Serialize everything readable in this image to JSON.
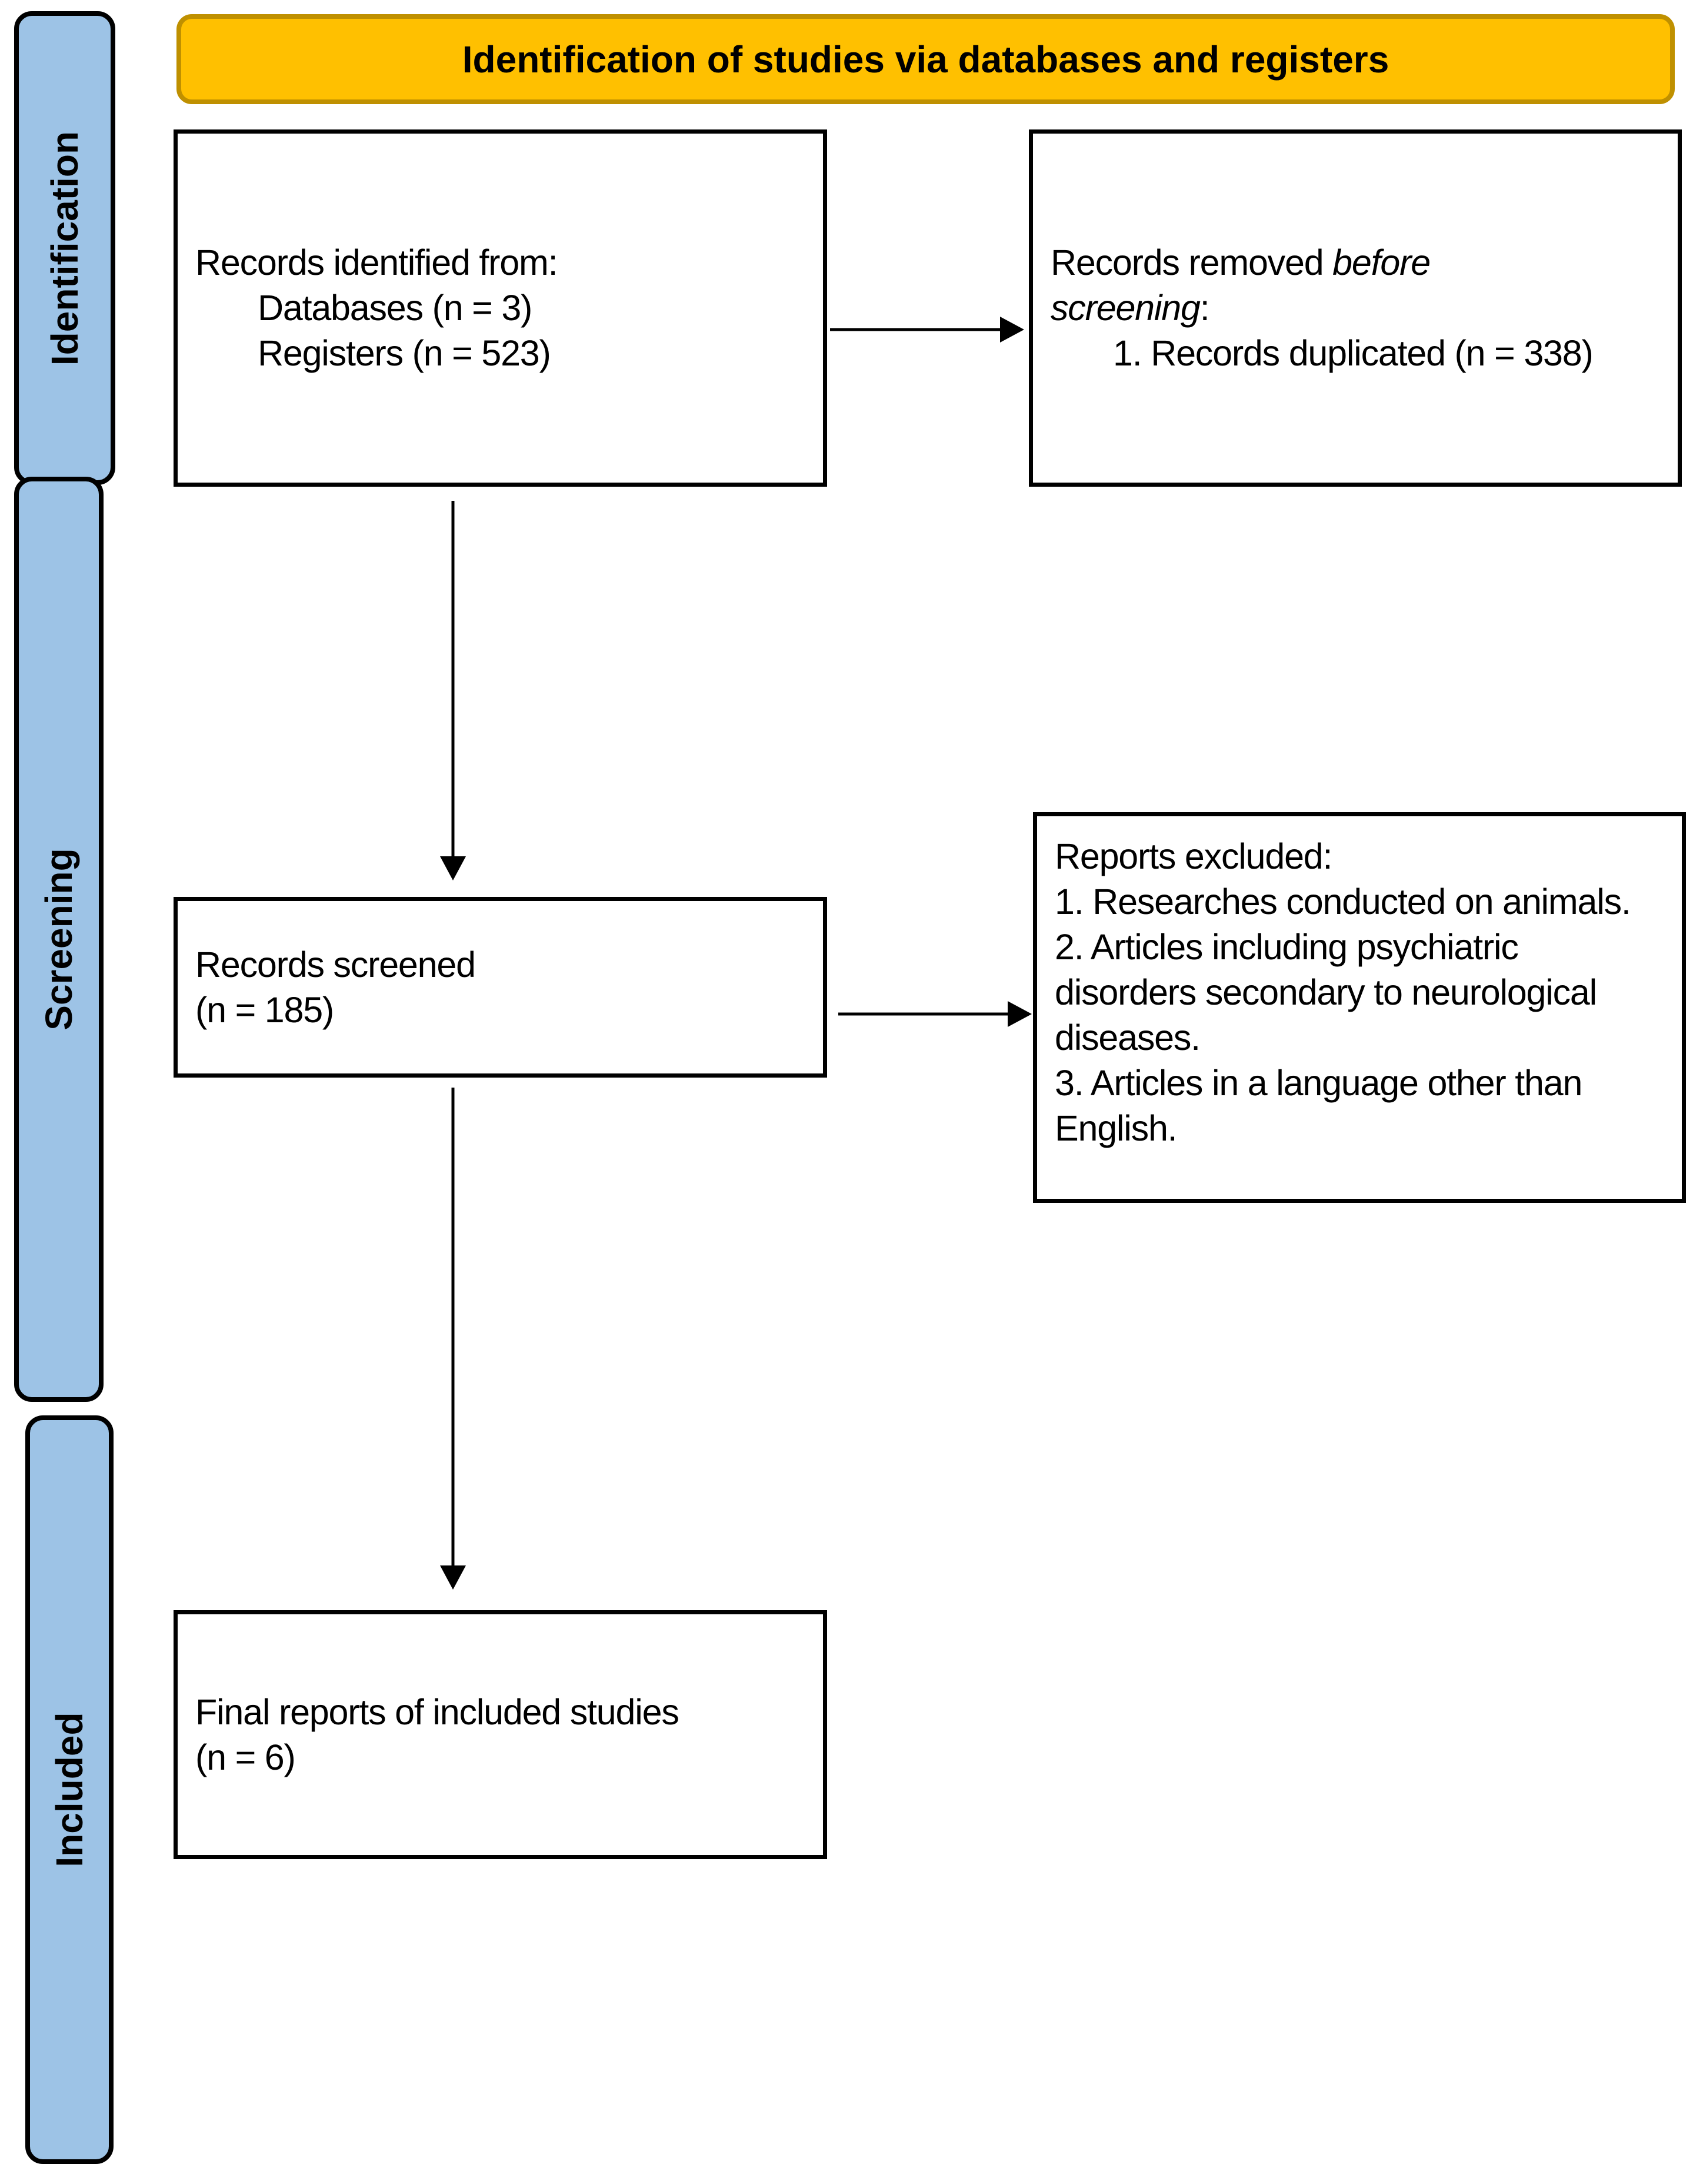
{
  "phases": {
    "identification": "Identification",
    "screening": "Screening",
    "included": "Included"
  },
  "header": "Identification of studies via databases and registers",
  "identified": {
    "title": "Records identified from:",
    "databases": "Databases (n = 3)",
    "registers": "Registers (n = 523)"
  },
  "removed": {
    "title_pre": "Records removed ",
    "title_italic1": "before",
    "title_italic2": "screening",
    "title_post": ":",
    "item1": "1. Records duplicated (n = 338)"
  },
  "screened": {
    "line1": "Records screened",
    "line2": "(n = 185)"
  },
  "excluded": {
    "title": "Reports excluded:",
    "item1": "1. Researches conducted on animals.",
    "item2": "2. Articles including psychiatric disorders secondary to neurological diseases.",
    "item3": "3. Articles in a language other than English."
  },
  "included": {
    "line1": "Final reports of included studies",
    "line2": "(n = 6)"
  },
  "colors": {
    "phase": "#9dc3e6",
    "header": "#ffc000",
    "header_border": "#bf9000"
  }
}
